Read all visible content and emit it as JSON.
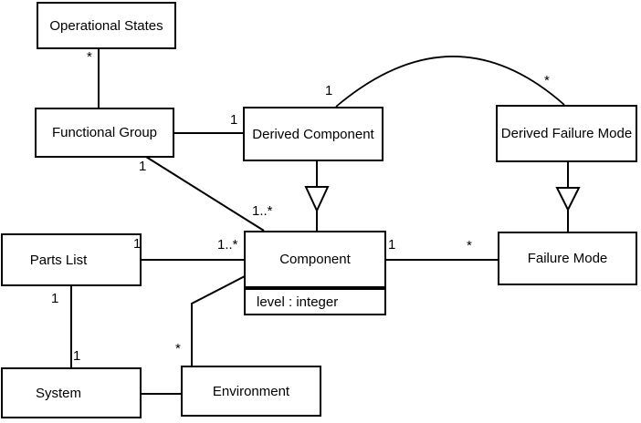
{
  "diagram": {
    "background_color": "#ffffff",
    "line_color": "#000000",
    "classes": [
      {
        "name": "Operational States"
      },
      {
        "name": "Functional Group"
      },
      {
        "name": "Derived Component"
      },
      {
        "name": "Derived Failure Mode"
      },
      {
        "name": "Parts List"
      },
      {
        "name": "Component",
        "attributes": [
          "level : integer"
        ]
      },
      {
        "name": "Failure Mode"
      },
      {
        "name": "System"
      },
      {
        "name": "Environment"
      }
    ],
    "multiplicities": {
      "os_fg_star": "*",
      "fg_dc_1": "1",
      "fg_comp_1": "1",
      "fg_comp_many": "1..*",
      "dc_dfm_1": "1",
      "dc_dfm_star": "*",
      "pl_comp_1": "1",
      "pl_comp_many": "1..*",
      "comp_fm_1": "1",
      "comp_fm_star": "*",
      "pl_sys_top": "1",
      "pl_sys_bottom": "1",
      "comp_env_star": "*"
    },
    "relationships": [
      {
        "type": "association",
        "from": "Operational States",
        "to": "Functional Group",
        "from_multiplicity": "*"
      },
      {
        "type": "association",
        "from": "Functional Group",
        "to": "Derived Component",
        "to_multiplicity": "1"
      },
      {
        "type": "association",
        "from": "Functional Group",
        "to": "Component",
        "from_multiplicity": "1",
        "to_multiplicity": "1..*"
      },
      {
        "type": "association",
        "from": "Derived Component",
        "to": "Derived Failure Mode",
        "from_multiplicity": "1",
        "to_multiplicity": "*"
      },
      {
        "type": "generalization",
        "from": "Derived Component",
        "to": "Component"
      },
      {
        "type": "generalization",
        "from": "Derived Failure Mode",
        "to": "Failure Mode"
      },
      {
        "type": "association",
        "from": "Parts List",
        "to": "Component",
        "from_multiplicity": "1",
        "to_multiplicity": "1..*"
      },
      {
        "type": "association",
        "from": "Component",
        "to": "Failure Mode",
        "from_multiplicity": "1",
        "to_multiplicity": "*"
      },
      {
        "type": "association",
        "from": "Parts List",
        "to": "System",
        "from_multiplicity": "1",
        "to_multiplicity": "1"
      },
      {
        "type": "association",
        "from": "Component",
        "to": "Environment",
        "to_multiplicity": "*"
      },
      {
        "type": "association",
        "from": "System",
        "to": "Environment"
      }
    ]
  }
}
